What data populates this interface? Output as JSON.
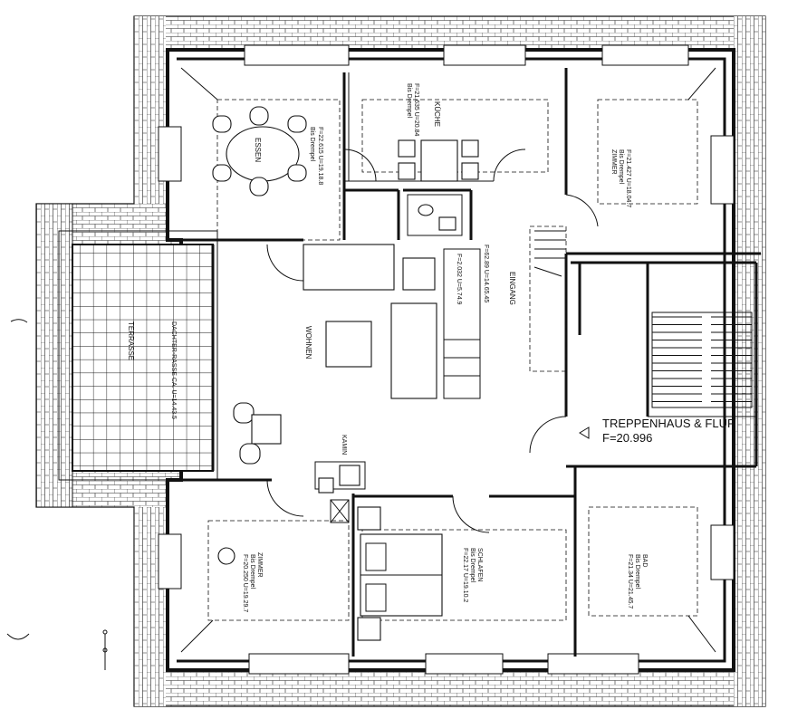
{
  "rooms": {
    "essen": {
      "name": "ESSEN"
    },
    "kueche": {
      "name": "KÜCHE",
      "note": "Bis Drempel",
      "area": "F=21.635 U=20.84"
    },
    "essen_area": {
      "note": "Bis Drempel",
      "area": "F=22.615 U=19.18.8"
    },
    "zimmer_ne": {
      "name": "ZIMMER",
      "note": "Bis Drempel",
      "area": "F=21.427 U=18.04.7"
    },
    "eingang": {
      "name": "EINGANG",
      "area": "F=62.89 U=14.65.45"
    },
    "wc": {
      "area": "F=2.032 U=5.74.9"
    },
    "wohnen": {
      "name": "WOHNEN"
    },
    "terrasse": {
      "name": "TERRASSE",
      "area": "DACHTER-RASSE CA. U=14.43.5"
    },
    "kamin": {
      "name": "KAMIN"
    },
    "treppenhaus": {
      "name": "TREPPENHAUS & FLUR",
      "area": "F=20.996"
    },
    "zimmer_sw": {
      "name": "ZIMMER",
      "note": "Bis Drempel",
      "area": "F=20.250 U=19.29.7"
    },
    "schlafen": {
      "name": "SCHLAFEN",
      "note": "Bis Drempel",
      "area": "F=22.17 U=19.10.2"
    },
    "bad": {
      "name": "BAD",
      "note": "Bis Drempel",
      "area": "F=21.34 U=21.45.7"
    }
  },
  "colors": {
    "line": "#111111",
    "background": "#ffffff"
  }
}
